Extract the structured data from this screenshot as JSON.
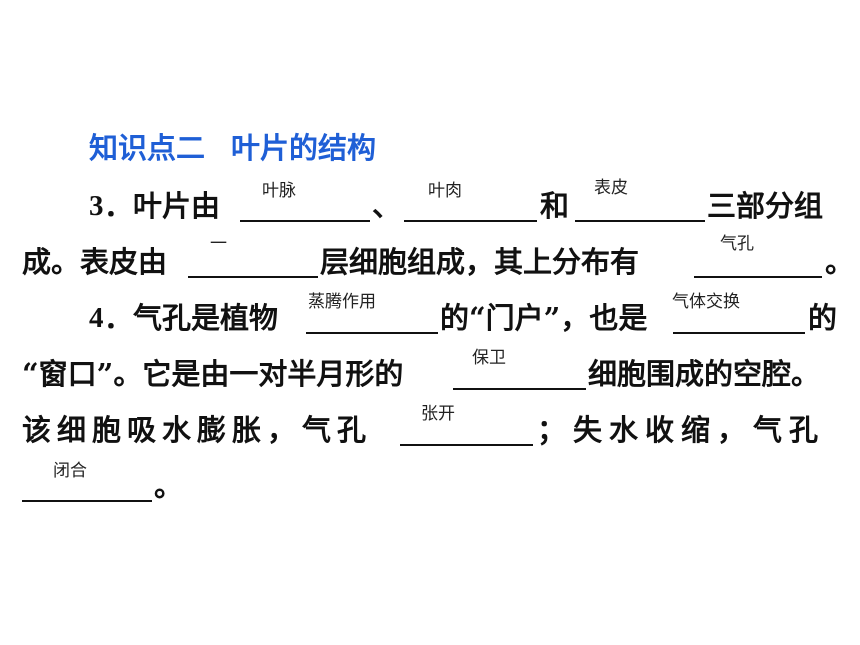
{
  "section": {
    "heading_part1": "知识点二",
    "heading_part2": "叶片的结构"
  },
  "q3": {
    "number": "3",
    "line1": {
      "t1": "．叶片由",
      "t2": "、",
      "t3": "和",
      "t4": "三部分组"
    },
    "line2": {
      "t1": "成。表皮由",
      "t2": "层细胞组成，其上分布有",
      "t3": "。"
    },
    "answers": {
      "a1": "叶脉",
      "a2": "叶肉",
      "a3": "表皮",
      "a4": "一",
      "a5": "气孔"
    }
  },
  "q4": {
    "number": "4",
    "line1": {
      "t1": "．气孔是植物",
      "t2": "的“门户”，也是",
      "t3": "的"
    },
    "line2": {
      "t1": "“窗口”。它是由一对半月形的",
      "t2": "细胞围成的空腔。"
    },
    "line3": {
      "t1": "该细胞吸水膨胀，气孔",
      "t2": "；失水收缩，气孔"
    },
    "line4": {
      "t1": "。"
    },
    "answers": {
      "a1": "蒸腾作用",
      "a2": "气体交换",
      "a3": "保卫",
      "a4": "张开",
      "a5": "闭合"
    }
  }
}
